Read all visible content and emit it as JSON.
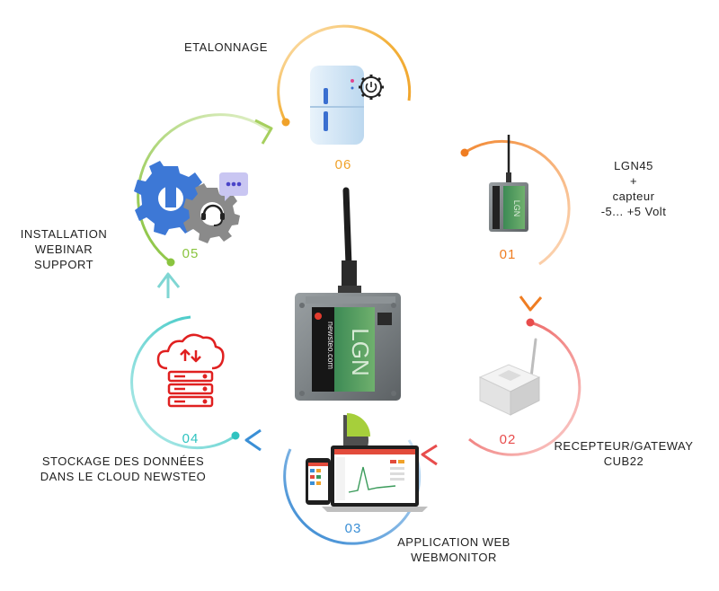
{
  "steps": [
    {
      "number": "06",
      "label_lines": [
        "ETALONNAGE"
      ],
      "color": "#f0b030",
      "icon": "calibration-gear-icon"
    },
    {
      "number": "01",
      "label_lines": [
        "LGN45",
        "+",
        "capteur",
        "-5... +5 Volt"
      ],
      "color": "#ef7d22",
      "icon": "lgn45-sensor-device"
    },
    {
      "number": "02",
      "label_lines": [
        "RECEPTEUR/GATEWAY",
        "CUB22"
      ],
      "color": "#e84c4c",
      "icon": "gateway-device"
    },
    {
      "number": "03",
      "label_lines": [
        "APPLICATION WEB",
        "WEBMONITOR"
      ],
      "color": "#3a8fd6",
      "icon": "laptop-phone-dashboard"
    },
    {
      "number": "04",
      "label_lines": [
        "STOCKAGE DES DONNÉES",
        "DANS LE CLOUD NEWSTEO"
      ],
      "color": "#2fc3c0",
      "icon": "cloud-server-icon"
    },
    {
      "number": "05",
      "label_lines": [
        "INSTALLATION",
        "WEBINAR",
        "SUPPORT"
      ],
      "color": "#8ac43f",
      "icon": "support-gear-headset-icon"
    }
  ],
  "center_device": {
    "brand_text": "newsteo.com",
    "model_text": "LGN"
  }
}
